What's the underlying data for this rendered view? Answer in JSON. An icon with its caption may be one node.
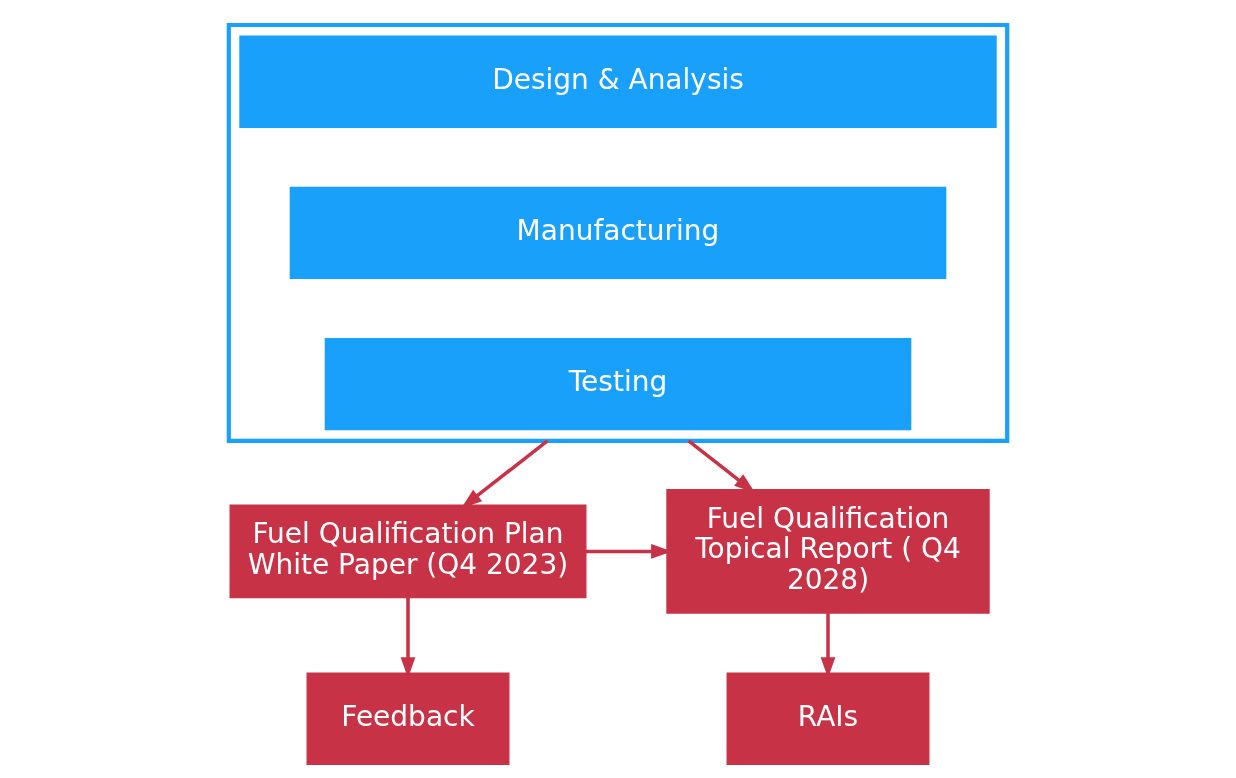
{
  "diagram": {
    "nodes": [
      {
        "text": [],
        "shape": "box"
      },
      {
        "text": [
          "Design & Analysis"
        ],
        "in": 0
      },
      {
        "text": [
          "Manufacturing"
        ],
        "in": 0
      },
      {
        "text": [
          "Testing"
        ],
        "in": 0
      },
      {
        "text": [
          "Fuel Qualification Plan White Paper (Q4 2023)"
        ]
      },
      {
        "text": [
          "Fuel Qualification Topical Report ( Q4 2028)"
        ]
      },
      {
        "text": [
          "Feedback"
        ]
      },
      {
        "text": [
          "RAIs"
        ]
      }
    ],
    "edges": [
      {
        "from": 0,
        "to": 4,
        "arrow": "to"
      },
      {
        "from": 0,
        "to": 5,
        "arrow": "to"
      },
      {
        "from": 4,
        "to": 5,
        "arrow": "to"
      },
      {
        "from": 4,
        "to": 6,
        "arrow": "to"
      },
      {
        "from": 5,
        "to": 7,
        "arrow": "to"
      }
    ]
  }
}
